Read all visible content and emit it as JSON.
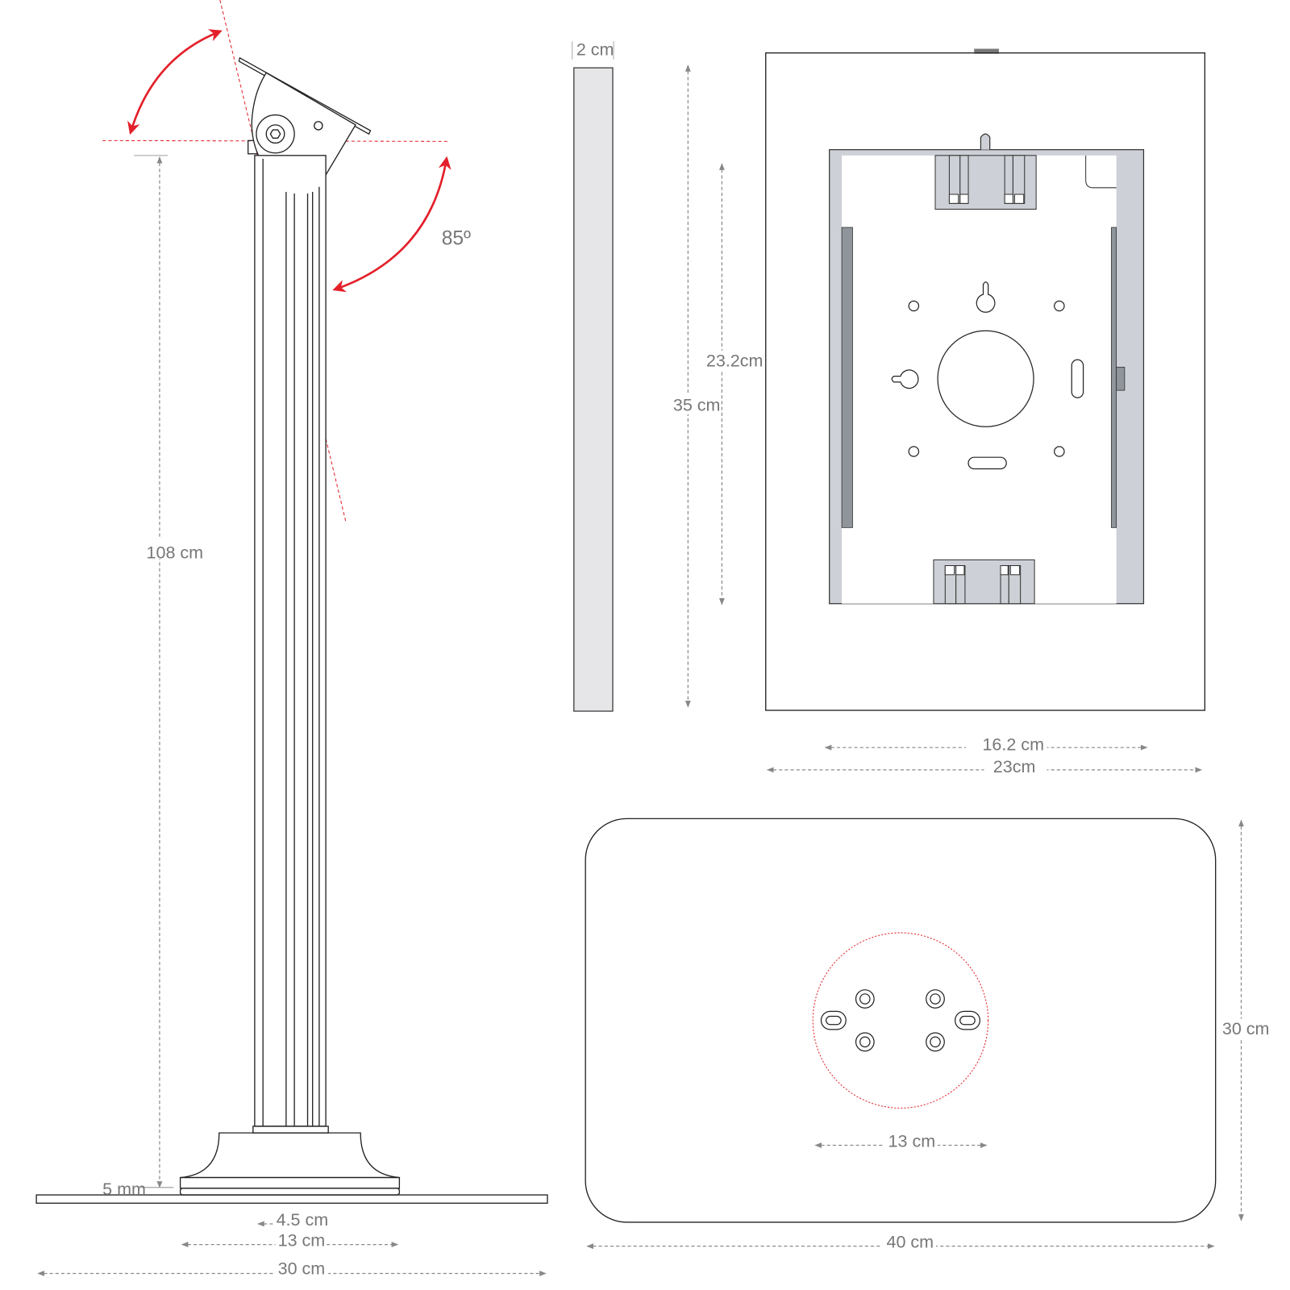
{
  "stand_side_view": {
    "tilt_angle": "85º",
    "height_label": "108 cm",
    "base_thickness_label": "5 mm",
    "pole_width_label": "4.5 cm",
    "base_foot_width_label": "13 cm",
    "floor_plate_width_label": "30 cm"
  },
  "enclosure_profile": {
    "depth_label": "2 cm"
  },
  "enclosure_front": {
    "outer_height_label": "35 cm",
    "inner_height_label": "23.2cm",
    "inner_width_label": "16.2 cm",
    "outer_width_label": "23cm"
  },
  "base_plate_top": {
    "mount_circle_label": "13 cm",
    "width_label": "40 cm",
    "depth_label": "30 cm"
  },
  "colors": {
    "accent_red": "#e3202a",
    "frame_gray": "#cdd0d6",
    "strip_gray": "#8f959b"
  }
}
